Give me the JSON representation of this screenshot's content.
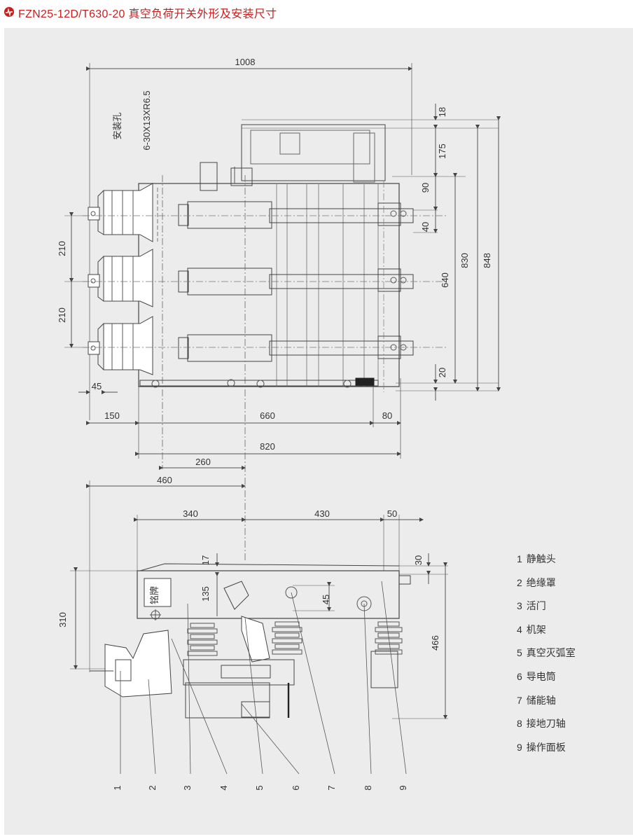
{
  "header": {
    "title": "FZN25-12D/T630-20  真空负荷开关外形及安装尺寸",
    "logo_icon": "brand-logo-icon",
    "accent_color": "#c81e1e"
  },
  "top_view": {
    "dims": {
      "width_total": "1008",
      "d18": "18",
      "d175": "175",
      "d90": "90",
      "d40": "40",
      "d830": "830",
      "d848": "848",
      "d640": "640",
      "d20": "20",
      "d210_a": "210",
      "d210_b": "210",
      "d45": "45",
      "d150": "150",
      "d660": "660",
      "d80": "80",
      "d820": "820"
    },
    "mount_label": "安装孔",
    "mount_spec": "6-30X13XR6.5"
  },
  "side_view": {
    "dims": {
      "d260": "260",
      "d460": "460",
      "d340": "340",
      "d430": "430",
      "d50": "50",
      "d17": "17",
      "d30": "30",
      "d135": "135",
      "d45": "45",
      "d310": "310",
      "d466": "466"
    },
    "nameplate": "铭牌",
    "callouts": [
      "1",
      "2",
      "3",
      "4",
      "5",
      "6",
      "7",
      "8",
      "9"
    ]
  },
  "legend": [
    {
      "num": "1",
      "label": "静触头"
    },
    {
      "num": "2",
      "label": "绝缘罩"
    },
    {
      "num": "3",
      "label": "活门"
    },
    {
      "num": "4",
      "label": "机架"
    },
    {
      "num": "5",
      "label": "真空灭弧室"
    },
    {
      "num": "6",
      "label": "导电筒"
    },
    {
      "num": "7",
      "label": "储能轴"
    },
    {
      "num": "8",
      "label": "接地刀轴"
    },
    {
      "num": "9",
      "label": "操作面板"
    }
  ]
}
